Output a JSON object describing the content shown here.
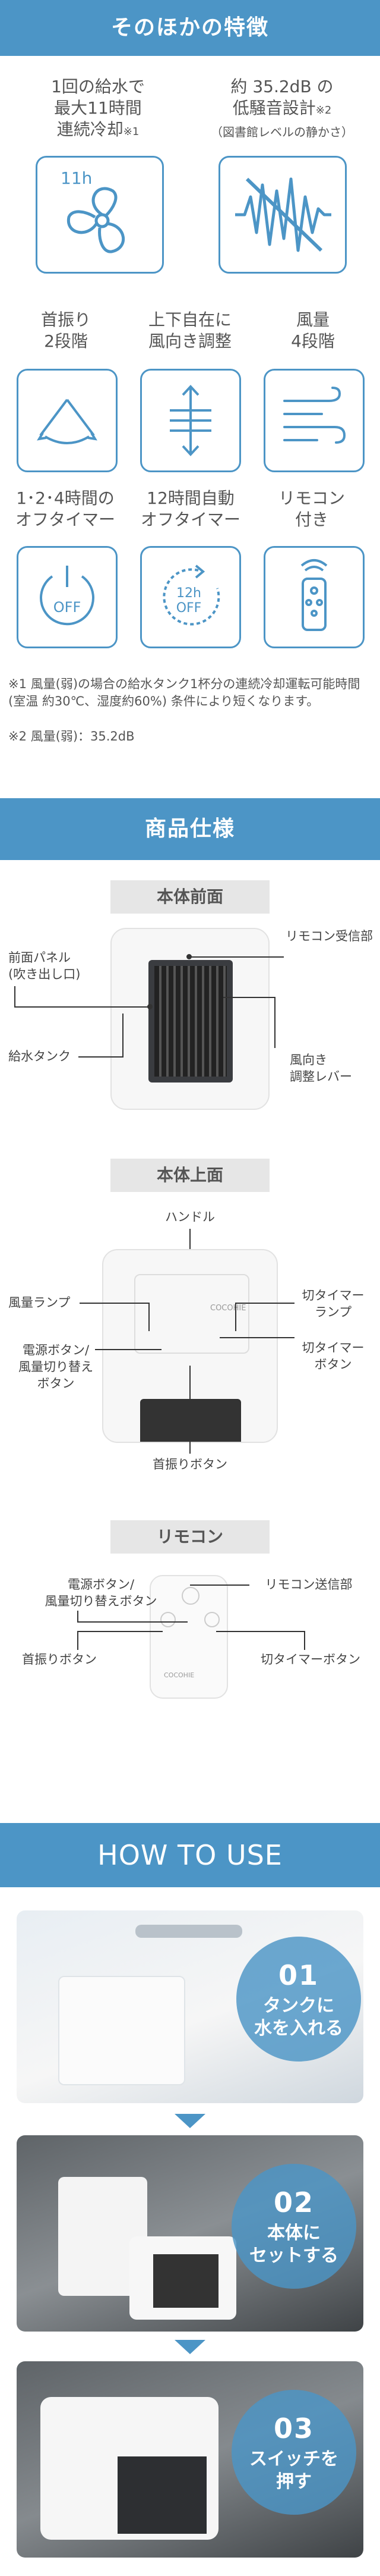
{
  "features_section": {
    "title": "そのほかの特徴",
    "features": [
      {
        "line1": "1回の給水で",
        "line2": "最大11時間",
        "line3": "連続冷却",
        "note": "※1",
        "icon": "fan-icon",
        "icon_text": "11h"
      },
      {
        "line1": "約 35.2dB の",
        "line2": "低騒音設計",
        "note": "※2",
        "sub": "（図書館レベルの静かさ）",
        "icon": "muted-sound-wave-icon"
      },
      {
        "line1": "首振り",
        "line2": "2段階",
        "icon": "swing-icon"
      },
      {
        "line1": "上下自在に",
        "line2": "風向き調整",
        "icon": "vertical-airflow-icon"
      },
      {
        "line1": "風量",
        "line2": "4段階",
        "icon": "wind-level-icon"
      },
      {
        "line1": "1･2･4時間の",
        "line2": "オフタイマー",
        "icon": "off-timer-icon",
        "icon_text": "OFF"
      },
      {
        "line1": "12時間自動",
        "line2": "オフタイマー",
        "icon": "auto-off-timer-icon",
        "icon_text": "12h",
        "icon_text2": "OFF"
      },
      {
        "line1": "リモコン",
        "line2": "付き",
        "icon": "remote-control-icon"
      }
    ],
    "footnote1": "※1 風量(弱)の場合の給水タンク1杯分の連続冷却運転可能時間(室温 約30℃、湿度約60%) 条件により短くなります。",
    "footnote2": "※2 風量(弱)：35.2dB"
  },
  "spec_section": {
    "title": "商品仕様",
    "front": {
      "tag": "本体前面",
      "remote_receiver": "リモコン受信部",
      "front_panel": "前面パネル\n(吹き出し口)",
      "water_tank": "給水タンク",
      "wind_lever": "風向き\n調整レバー"
    },
    "top": {
      "tag": "本体上面",
      "handle": "ハンドル",
      "wind_lamp": "風量ランプ",
      "timer_lamp": "切タイマー\nランプ",
      "power_button": "電源ボタン/\n風量切り替え\nボタン",
      "timer_button": "切タイマー\nボタン",
      "swing_button": "首振りボタン",
      "brand": "COCOHIE"
    },
    "remote": {
      "tag": "リモコン",
      "power_button": "電源ボタン/\n風量切り替えボタン",
      "transmitter": "リモコン送信部",
      "swing_button": "首振りボタン",
      "timer_button": "切タイマーボタン",
      "brand": "COCOHIE"
    }
  },
  "howto_section": {
    "title": "HOW TO USE",
    "steps": [
      {
        "num": "01",
        "line1": "タンクに",
        "line2": "水を入れる"
      },
      {
        "num": "02",
        "line1": "本体に",
        "line2": "セットする"
      },
      {
        "num": "03",
        "line1": "スイッチを",
        "line2": "押す"
      }
    ]
  },
  "colors": {
    "accent": "#4c95c6",
    "tag_bg": "#e6e6e6",
    "text": "#555555"
  }
}
